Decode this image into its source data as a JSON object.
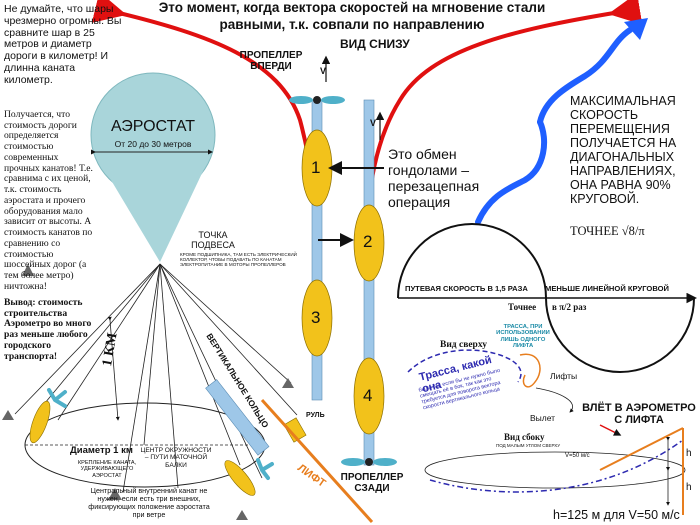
{
  "header": {
    "line1": "Это момент, когда вектора скоростей на мгновение стали",
    "line2": "равными, т.к. совпали по направлению",
    "view_bottom": "ВИД СНИЗУ"
  },
  "left_note": {
    "intro": "Не думайте, что шары чрезмерно огромны. Вы сравните шар в 25 метров и диаметр дороги в километр! И длинна каната километр.",
    "body": "Получается, что стоимость дороги определяется стоимостью современных прочных канатов! Т.е. сравнима с их ценой, т.к. стоимость аэростата и прочего оборудования мало зависит от высоты. А стоимость канатов по сравнению со стоимостью шоссейных дорог (а тем более метро) ничтожна!",
    "conclusion": "Вывод: стоимость строительства Аэрометро во много раз меньше любого городского транспорта!"
  },
  "balloon": {
    "title": "АЭРОСТАТ",
    "subtitle": "От 20 до 30 метров"
  },
  "suspension": {
    "title": "ТОЧКА ПОДВЕСА",
    "note": "КРОМЕ ПОДШИПНИКА, ТАМ ЕСТЬ ЭЛЕКТРИЧЕСКИЙ КОЛЛЕКТОР, ЧТОБЫ ПОДАВАТЬ ПО КАНАТАМ ЭЛЕКТРОПИТАНИЕ В МОТОРЫ ПРОПЕЛЛЕРОВ"
  },
  "gondolas": {
    "labels": [
      "1",
      "2",
      "3",
      "4"
    ],
    "propeller_front": "ПРОПЕЛЛЕР ВПЕРДИ",
    "propeller_rear": "ПРОПЕЛЛЕР СЗАДИ",
    "v_symbol": "V",
    "exchange": "Это обмен гондолами – перезацепная операция"
  },
  "speed_note": {
    "text": "МАКСИМАЛЬНАЯ СКОРОСТЬ ПЕРЕМЕЩЕНИЯ ПОЛУЧАЕТСЯ НА ДИАГОНАЛЬНЫХ НАПРАВЛЕНИЯХ, ОНА РАВНА 90% КРУГОВОЙ.",
    "precise": "ТОЧНЕЕ √8/π"
  },
  "speed_line": {
    "left": "ПУТЕВАЯ СКОРОСТЬ В 1,5 РАЗА",
    "right": "МЕНЬШЕ ЛИНЕЙНОЙ КРУГОВОЙ",
    "precise_label": "Точнее",
    "precise_value": "в π/2 раз"
  },
  "top_view": {
    "title": "Вид сверху",
    "route": "ТРАССА, ПРИ ИСПОЛЬЗОВАНИИ ЛИШЬ ОДНОГО ЛИФТА",
    "track_title": "Трасса, какой она",
    "track_text": "была бы, если бы не нужно было смещать её в бок, так как это требуется для поворота вектора скорости вертикального кольца",
    "lifts": "Лифты",
    "exit": "Вылет"
  },
  "entry": {
    "title": "ВЛЁТ В АЭРОМЕТРО С ЛИФТА"
  },
  "side_view": {
    "title": "Вид сбоку",
    "subtitle": "ПОД МАЛЫМ УГЛОМ СВЕРХУ",
    "speed": "V=50 м/с",
    "h": "h",
    "formula": "h=125 м для V=50 м/с"
  },
  "ring": {
    "km_label": "1 КМ",
    "diameter": "Диаметр 1 км",
    "anchor": "КРЕПЛЕНИЕ КАНАТА, УДЕРЖИВАЮЩЕГО АЭРОСТАТ",
    "center": "ЦЕНТР ОКРУЖНОСТИ – ПУТИ МАТОЧНОЙ БАЛКИ",
    "cable_note": "Центральный внутренний канат не нужен, если есть три внешних, фиксирующих положение аэростата при ветре",
    "vertical": "ВЕРТИКАЛЬНОЕ КОЛЬЦО",
    "rudder": "РУЛЬ",
    "lift": "ЛИФТ"
  },
  "colors": {
    "red": "#e01010",
    "blue": "#1f5fff",
    "balloon": "#a9d5da",
    "gondola": "#f2c21b",
    "pole": "#9ec7e8",
    "propeller": "#4fb0c9",
    "orange": "#e77e1e",
    "purple": "#2d2ab0"
  }
}
